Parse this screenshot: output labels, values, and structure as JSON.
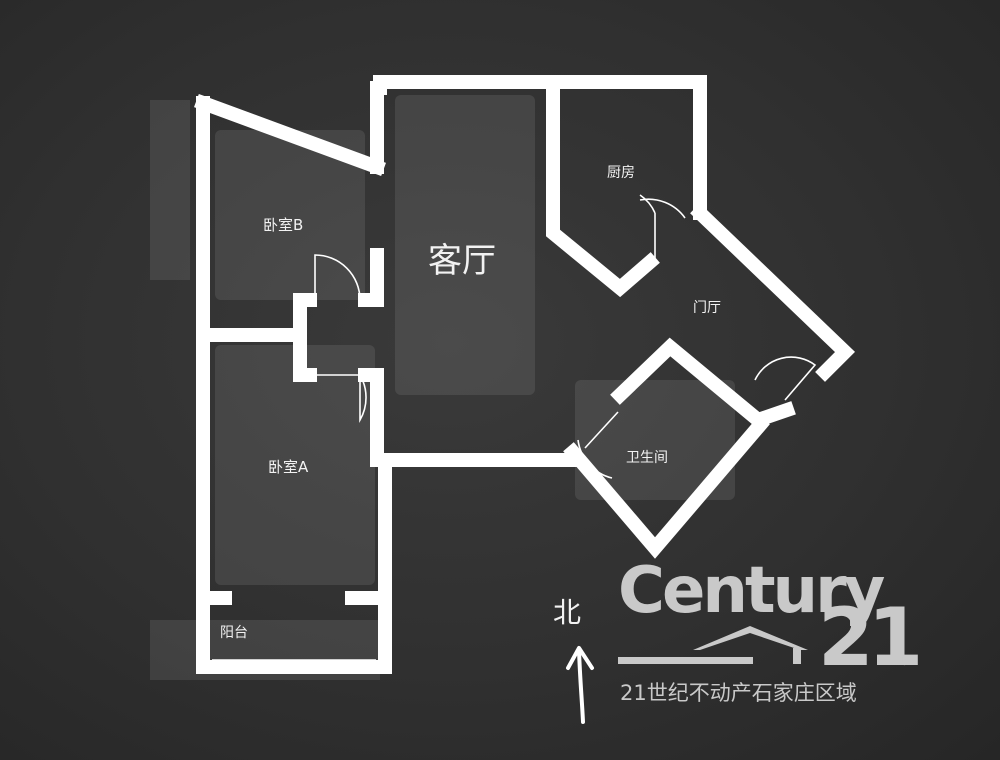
{
  "rooms": {
    "living": "客厅",
    "bedroom_b": "卧室B",
    "bedroom_a": "卧室A",
    "kitchen": "厨房",
    "foyer": "门厅",
    "bathroom": "卫生间",
    "balcony": "阳台"
  },
  "compass": {
    "label": "北"
  },
  "logo": {
    "brand": "Century",
    "number": "21",
    "registered": "®",
    "subtitle": "21世纪不动产石家庄区域"
  },
  "colors": {
    "background": "#2e2e2e",
    "wall": "#ffffff",
    "logo": "#c9c9c9"
  }
}
